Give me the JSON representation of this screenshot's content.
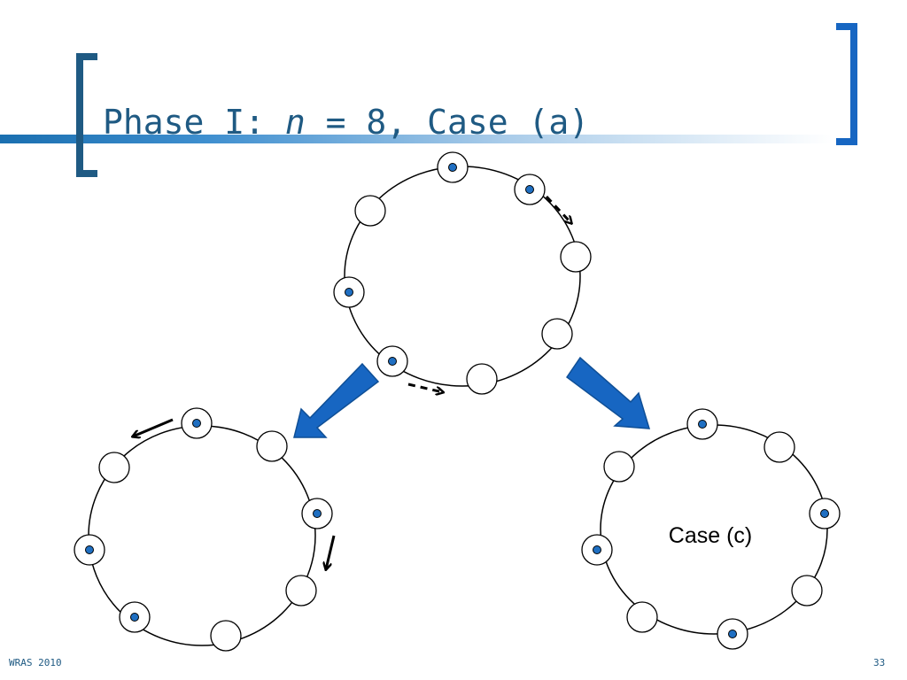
{
  "slide": {
    "title_prefix": "Phase I: ",
    "title_var": "n",
    "title_suffix": " = 8, Case (a)",
    "footer_left": "WRAS 2010",
    "page_number": "33"
  },
  "diagram": {
    "case_label": "Case (c)",
    "colors": {
      "ring": "#000000",
      "node_fill": "#ffffff",
      "robot_dot": "#1f6fc2",
      "transition_arrow": "#1766c2",
      "move_arrow": "#000000"
    }
  }
}
